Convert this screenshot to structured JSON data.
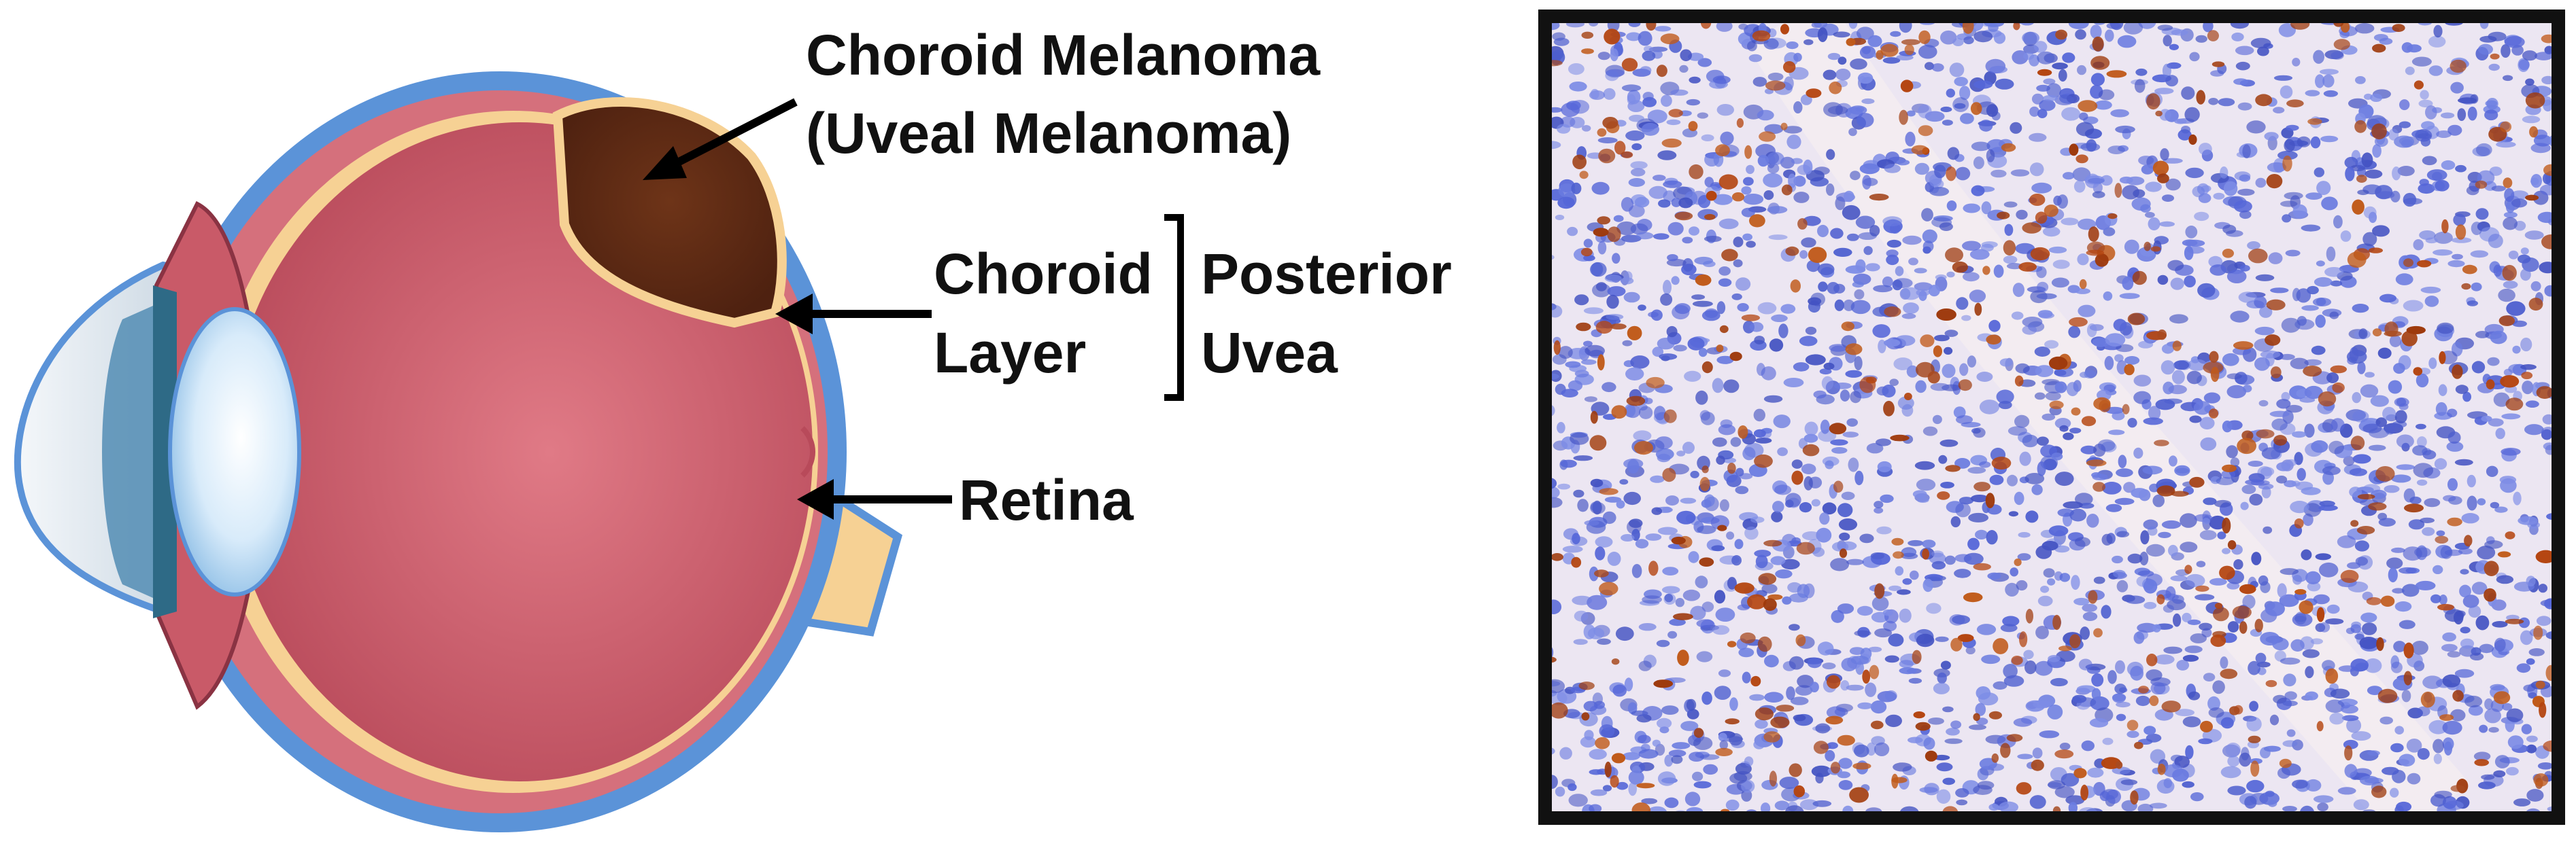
{
  "labels": {
    "tumor_line1": "Choroid Melanoma",
    "tumor_line2": "(Uveal Melanoma)",
    "choroid_line1": "Choroid",
    "choroid_line2": "Layer",
    "uvea_line1": "Posterior",
    "uvea_line2": "Uvea",
    "retina": "Retina"
  },
  "colors": {
    "sclera": "#5b93d8",
    "choroid": "#d5707c",
    "vitreous": "#c85564",
    "retina": "#f6d194",
    "tumor": "#5e2a14",
    "stain_nuclei": "#5c6fd6",
    "stain_positive": "#b4440f",
    "panel_border": "#111111"
  }
}
